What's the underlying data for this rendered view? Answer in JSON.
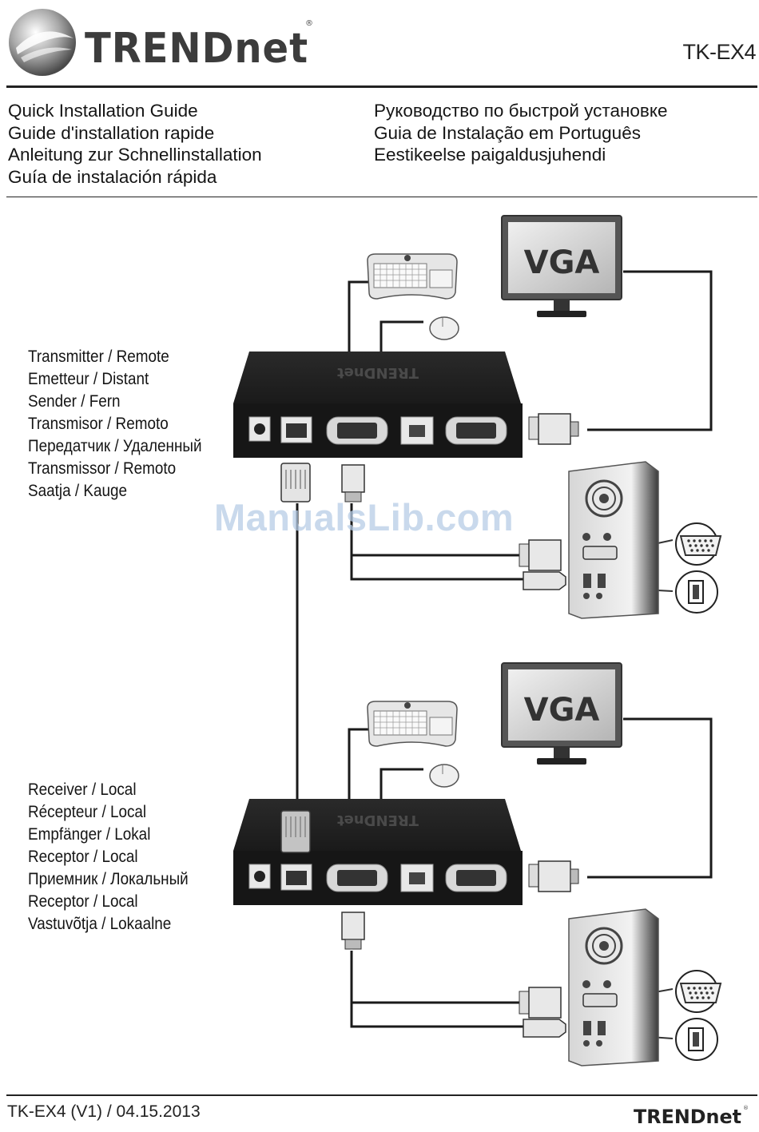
{
  "header": {
    "brand": "TRENDnet",
    "model": "TK-EX4"
  },
  "guide_titles": {
    "left": [
      "Quick Installation Guide",
      "Guide d'installation rapide",
      "Anleitung zur Schnellinstallation",
      "Guía de instalación rápida"
    ],
    "right": [
      "Руководство по быстрой установке",
      "Guia de Instalação em Português",
      "Eestikeelse paigaldusjuhendi"
    ]
  },
  "diagram": {
    "transmitter_labels": [
      "Transmitter / Remote",
      "Emetteur  / Distant",
      "Sender / Fern",
      "Transmisor / Remoto",
      "Передатчик / Удаленный",
      "Transmissor / Remoto",
      "Saatja / Kauge"
    ],
    "receiver_labels": [
      "Receiver / Local",
      "Récepteur / Local",
      "Empfänger  / Lokal",
      "Receptor / Local",
      "Приемник  / Локальный",
      "Receptor / Local",
      "Vastuvõtja / Lokaalne"
    ],
    "monitor_label": "VGA",
    "device_logo": "TRENDnet"
  },
  "watermark": "ManualsLib.com",
  "footer": {
    "version_text": "TK-EX4 (V1) / 04.15.2013",
    "brand": "TRENDnet"
  },
  "icons": {
    "logo": "trendnet-globe-logo",
    "monitor": "vga-monitor-icon",
    "keyboard": "keyboard-icon",
    "mouse": "mouse-icon",
    "pc": "pc-tower-icon",
    "vga_port": "vga-port-icon",
    "usb_port": "usb-port-icon"
  }
}
